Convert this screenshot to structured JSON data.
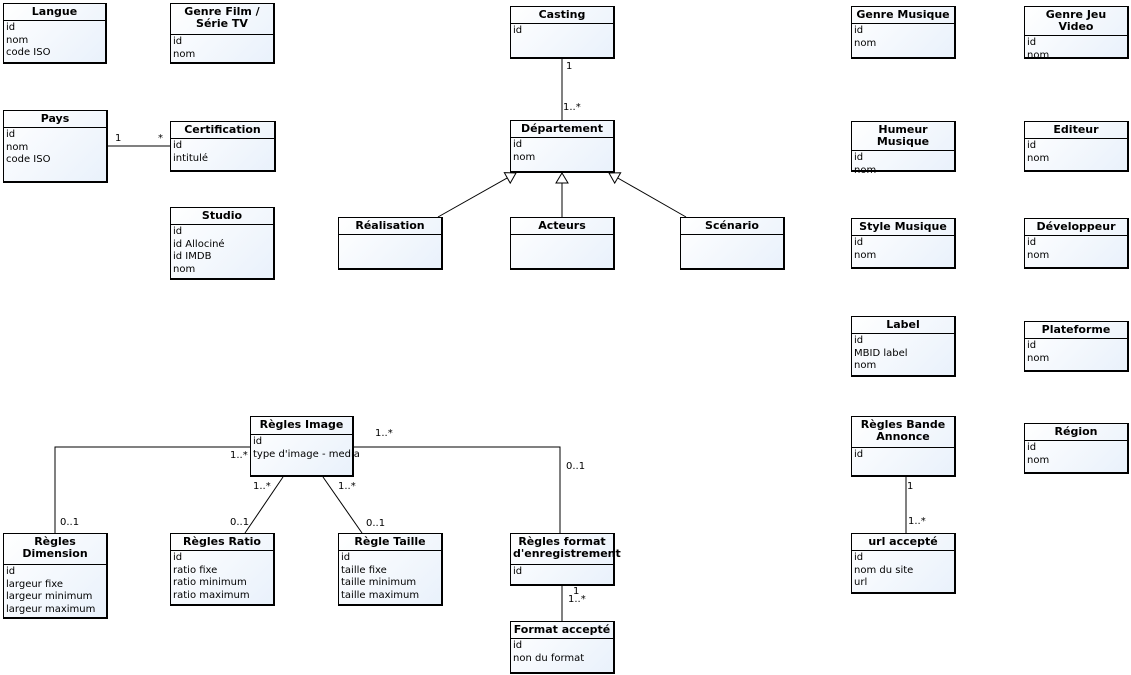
{
  "classes": [
    {
      "id": "langue",
      "name": "Langue",
      "attributes": [
        "id",
        "nom",
        "code ISO"
      ]
    },
    {
      "id": "genre_film",
      "name": "Genre Film / Série TV",
      "attributes": [
        "id",
        "nom"
      ]
    },
    {
      "id": "casting",
      "name": "Casting",
      "attributes": [
        "id"
      ]
    },
    {
      "id": "genre_musique",
      "name": "Genre Musique",
      "attributes": [
        "id",
        "nom"
      ]
    },
    {
      "id": "genre_jeu",
      "name": "Genre Jeu Video",
      "attributes": [
        "id",
        "nom"
      ]
    },
    {
      "id": "pays",
      "name": "Pays",
      "attributes": [
        "id",
        "nom",
        "code ISO"
      ]
    },
    {
      "id": "certification",
      "name": "Certification",
      "attributes": [
        "id",
        "intitulé"
      ]
    },
    {
      "id": "departement",
      "name": "Département",
      "attributes": [
        "id",
        "nom"
      ]
    },
    {
      "id": "humeur_musique",
      "name": "Humeur Musique",
      "attributes": [
        "id",
        "nom"
      ]
    },
    {
      "id": "editeur",
      "name": "Editeur",
      "attributes": [
        "id",
        "nom"
      ]
    },
    {
      "id": "studio",
      "name": "Studio",
      "attributes": [
        "id",
        "id Allociné",
        "id IMDB",
        "nom"
      ]
    },
    {
      "id": "realisation",
      "name": "Réalisation",
      "attributes": []
    },
    {
      "id": "acteurs",
      "name": "Acteurs",
      "attributes": []
    },
    {
      "id": "scenario",
      "name": "Scénario",
      "attributes": []
    },
    {
      "id": "style_musique",
      "name": "Style Musique",
      "attributes": [
        "id",
        "nom"
      ]
    },
    {
      "id": "developpeur",
      "name": "Développeur",
      "attributes": [
        "id",
        "nom"
      ]
    },
    {
      "id": "label",
      "name": "Label",
      "attributes": [
        "id",
        "MBID label",
        "nom"
      ]
    },
    {
      "id": "plateforme",
      "name": "Plateforme",
      "attributes": [
        "id",
        "nom"
      ]
    },
    {
      "id": "regles_image",
      "name": "Règles Image",
      "attributes": [
        "id",
        "type d'image - media"
      ]
    },
    {
      "id": "regles_bande",
      "name": "Règles Bande Annonce",
      "attributes": [
        "id"
      ]
    },
    {
      "id": "region",
      "name": "Région",
      "attributes": [
        "id",
        "nom"
      ]
    },
    {
      "id": "regles_dimension",
      "name": "Règles Dimension",
      "attributes": [
        "id",
        "largeur fixe",
        "largeur minimum",
        "largeur maximum"
      ]
    },
    {
      "id": "regles_ratio",
      "name": "Règles Ratio",
      "attributes": [
        "id",
        "ratio fixe",
        "ratio minimum",
        "ratio maximum"
      ]
    },
    {
      "id": "regle_taille",
      "name": "Règle Taille",
      "attributes": [
        "id",
        "taille fixe",
        "taille minimum",
        "taille maximum"
      ]
    },
    {
      "id": "regles_format",
      "name": "Règles format d'enregistrement",
      "attributes": [
        "id"
      ]
    },
    {
      "id": "url_accepte",
      "name": "url accepté",
      "attributes": [
        "id",
        "nom du site",
        "url"
      ]
    },
    {
      "id": "format_accepte",
      "name": "Format accepté",
      "attributes": [
        "id",
        "non du format"
      ]
    }
  ],
  "edges": [
    {
      "id": "e_pays_cert",
      "type": "association",
      "from": "pays",
      "to": "certification",
      "from_mult": "1",
      "to_mult": "*"
    },
    {
      "id": "e_cast_dep",
      "type": "association",
      "from": "casting",
      "to": "departement",
      "from_mult": "1",
      "to_mult": "1..*"
    },
    {
      "id": "e_real_dep",
      "type": "generalization",
      "from": "realisation",
      "to": "departement"
    },
    {
      "id": "e_act_dep",
      "type": "generalization",
      "from": "acteurs",
      "to": "departement"
    },
    {
      "id": "e_scen_dep",
      "type": "generalization",
      "from": "scenario",
      "to": "departement"
    },
    {
      "id": "e_img_dim",
      "type": "association",
      "from": "regles_image",
      "to": "regles_dimension",
      "from_mult": "1..*",
      "to_mult": "0..1"
    },
    {
      "id": "e_img_ratio",
      "type": "association",
      "from": "regles_image",
      "to": "regles_ratio",
      "from_mult": "1..*",
      "to_mult": "0..1"
    },
    {
      "id": "e_img_taille",
      "type": "association",
      "from": "regles_image",
      "to": "regle_taille",
      "from_mult": "1..*",
      "to_mult": "0..1"
    },
    {
      "id": "e_img_format",
      "type": "association",
      "from": "regles_image",
      "to": "regles_format",
      "from_mult": "1..*",
      "to_mult": "0..1"
    },
    {
      "id": "e_bande_url",
      "type": "association",
      "from": "regles_bande",
      "to": "url_accepte",
      "from_mult": "1",
      "to_mult": "1..*"
    },
    {
      "id": "e_format_acc",
      "type": "association",
      "from": "regles_format",
      "to": "format_accepte",
      "from_mult": "1",
      "to_mult": "1..*"
    }
  ]
}
